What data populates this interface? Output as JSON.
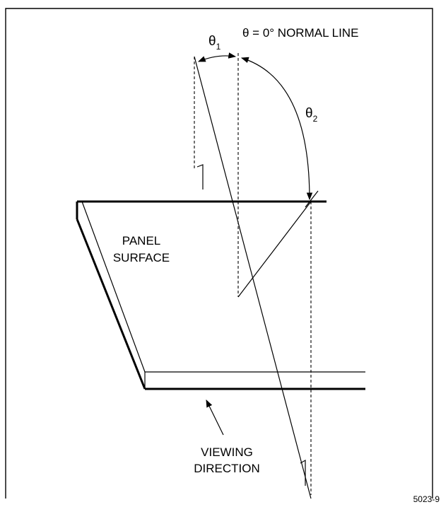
{
  "labels": {
    "normal_line": "θ = 0° NORMAL LINE",
    "theta1": "θ",
    "theta1_sub": "1",
    "theta2": "θ",
    "theta2_sub": "2",
    "panel_line1": "PANEL",
    "panel_line2": "SURFACE",
    "viewing_line1": "VIEWING",
    "viewing_line2": "DIRECTION",
    "figure_id": "5023-9"
  }
}
